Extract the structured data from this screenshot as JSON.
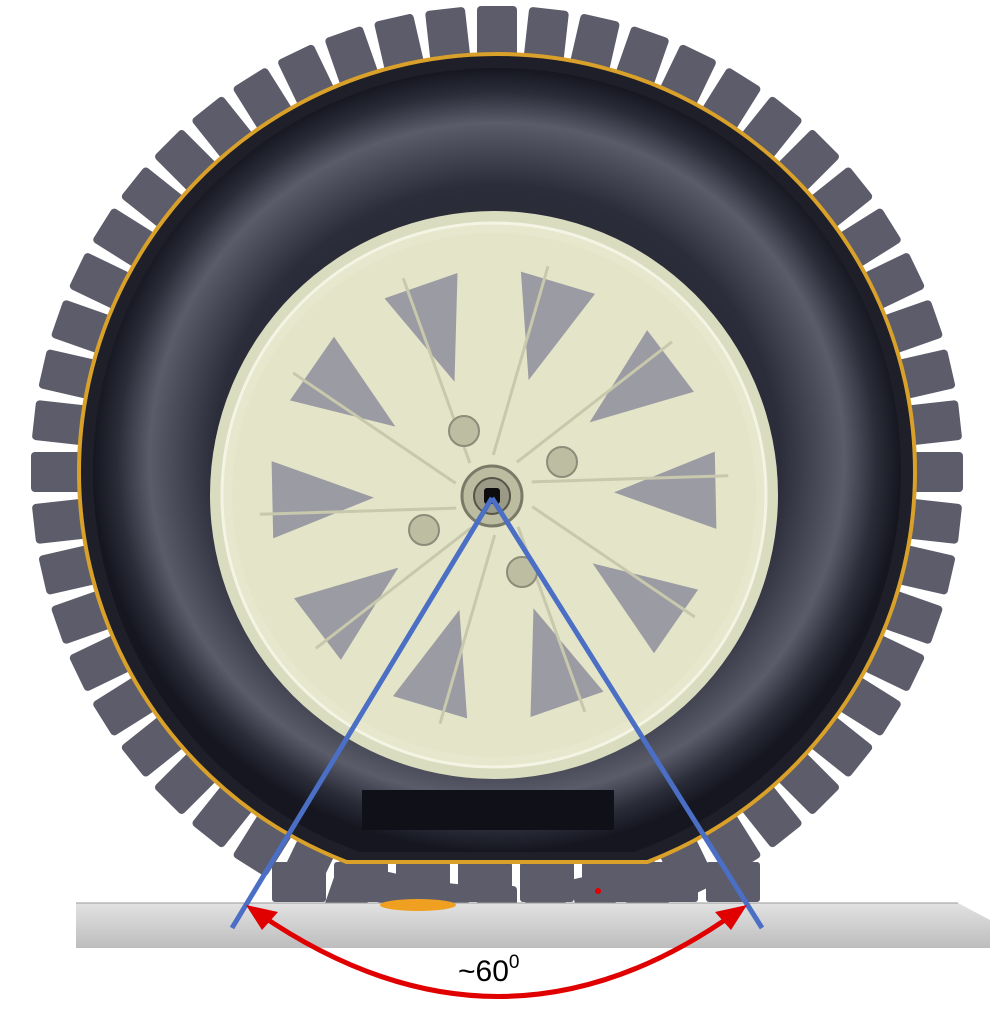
{
  "diagram": {
    "angle_label": {
      "value": "~60",
      "superscript": "0"
    },
    "colors": {
      "tread_block": "#5c5c6a",
      "tire_dark": "#1e1f28",
      "rim_line": "#d9a02a",
      "wheel_face": "#e4e4c8",
      "wheel_window": "#9b9ba4",
      "ground": "#c9c9c9",
      "radius_lines": "#4a6fc4",
      "angle_arc": "#e00000",
      "puddle": "#f0a020"
    },
    "parts": [
      "tread-blocks",
      "tire",
      "rim",
      "wheel",
      "hub",
      "ground",
      "radius-lines",
      "angle-arc"
    ]
  }
}
